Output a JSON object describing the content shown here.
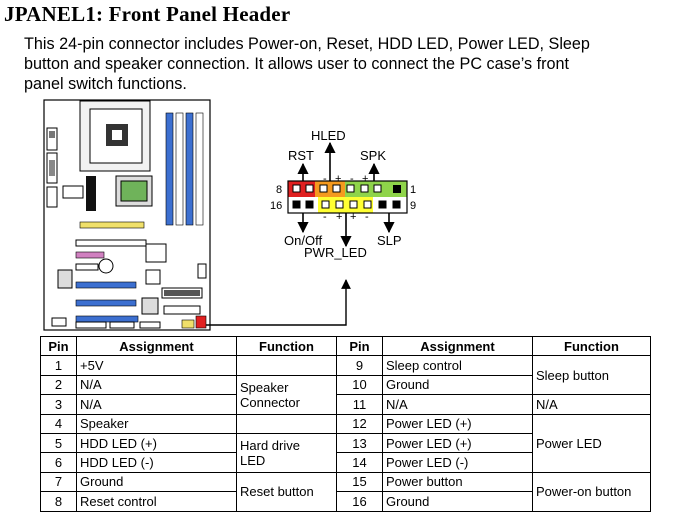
{
  "title": "JPANEL1: Front Panel Header",
  "description": [
    "This 24-pin connector includes Power-on, Reset, HDD LED, Power LED, Sleep",
    "button and speaker connection. It allows user to connect the PC case’s front",
    "panel switch functions."
  ],
  "diagram": {
    "labels": {
      "hled": "HLED",
      "rst": "RST",
      "spk": "SPK",
      "onoff": "On/Off",
      "pwr_led": "PWR_LED",
      "slp": "SLP",
      "pin8": "8",
      "pin1": "1",
      "pin16": "16",
      "pin9": "9"
    },
    "polarity": {
      "top": [
        "-",
        "+",
        "-",
        "+"
      ],
      "bottom": [
        "-",
        "+",
        "+",
        "-"
      ]
    },
    "colors": {
      "red": "#e02020",
      "orange": "#f59a1e",
      "green": "#8fd44a",
      "yellow": "#ffff33",
      "board_blue": "#3c6fd0"
    }
  },
  "table": {
    "headers": [
      "Pin",
      "Assignment",
      "Function",
      "Pin",
      "Assignment",
      "Function"
    ],
    "left": [
      {
        "pin": "1",
        "assignment": "+5V"
      },
      {
        "pin": "2",
        "assignment": "N/A"
      },
      {
        "pin": "3",
        "assignment": "N/A"
      },
      {
        "pin": "4",
        "assignment": "Speaker"
      },
      {
        "pin": "5",
        "assignment": "HDD LED (+)"
      },
      {
        "pin": "6",
        "assignment": "HDD LED (-)"
      },
      {
        "pin": "7",
        "assignment": "Ground"
      },
      {
        "pin": "8",
        "assignment": "Reset control"
      }
    ],
    "left_functions": {
      "speaker_1": "Speaker",
      "speaker_2": "Connector",
      "hdd_1": "Hard drive",
      "hdd_2": "LED",
      "reset": "Reset button"
    },
    "right": [
      {
        "pin": "9",
        "assignment": "Sleep control"
      },
      {
        "pin": "10",
        "assignment": "Ground"
      },
      {
        "pin": "11",
        "assignment": "N/A"
      },
      {
        "pin": "12",
        "assignment": "Power LED (+)"
      },
      {
        "pin": "13",
        "assignment": "Power LED (+)"
      },
      {
        "pin": "14",
        "assignment": "Power LED (-)"
      },
      {
        "pin": "15",
        "assignment": "Power button"
      },
      {
        "pin": "16",
        "assignment": "Ground"
      }
    ],
    "right_functions": {
      "sleep": "Sleep button",
      "na": "N/A",
      "power_led": "Power LED",
      "power_on": "Power-on button"
    }
  }
}
